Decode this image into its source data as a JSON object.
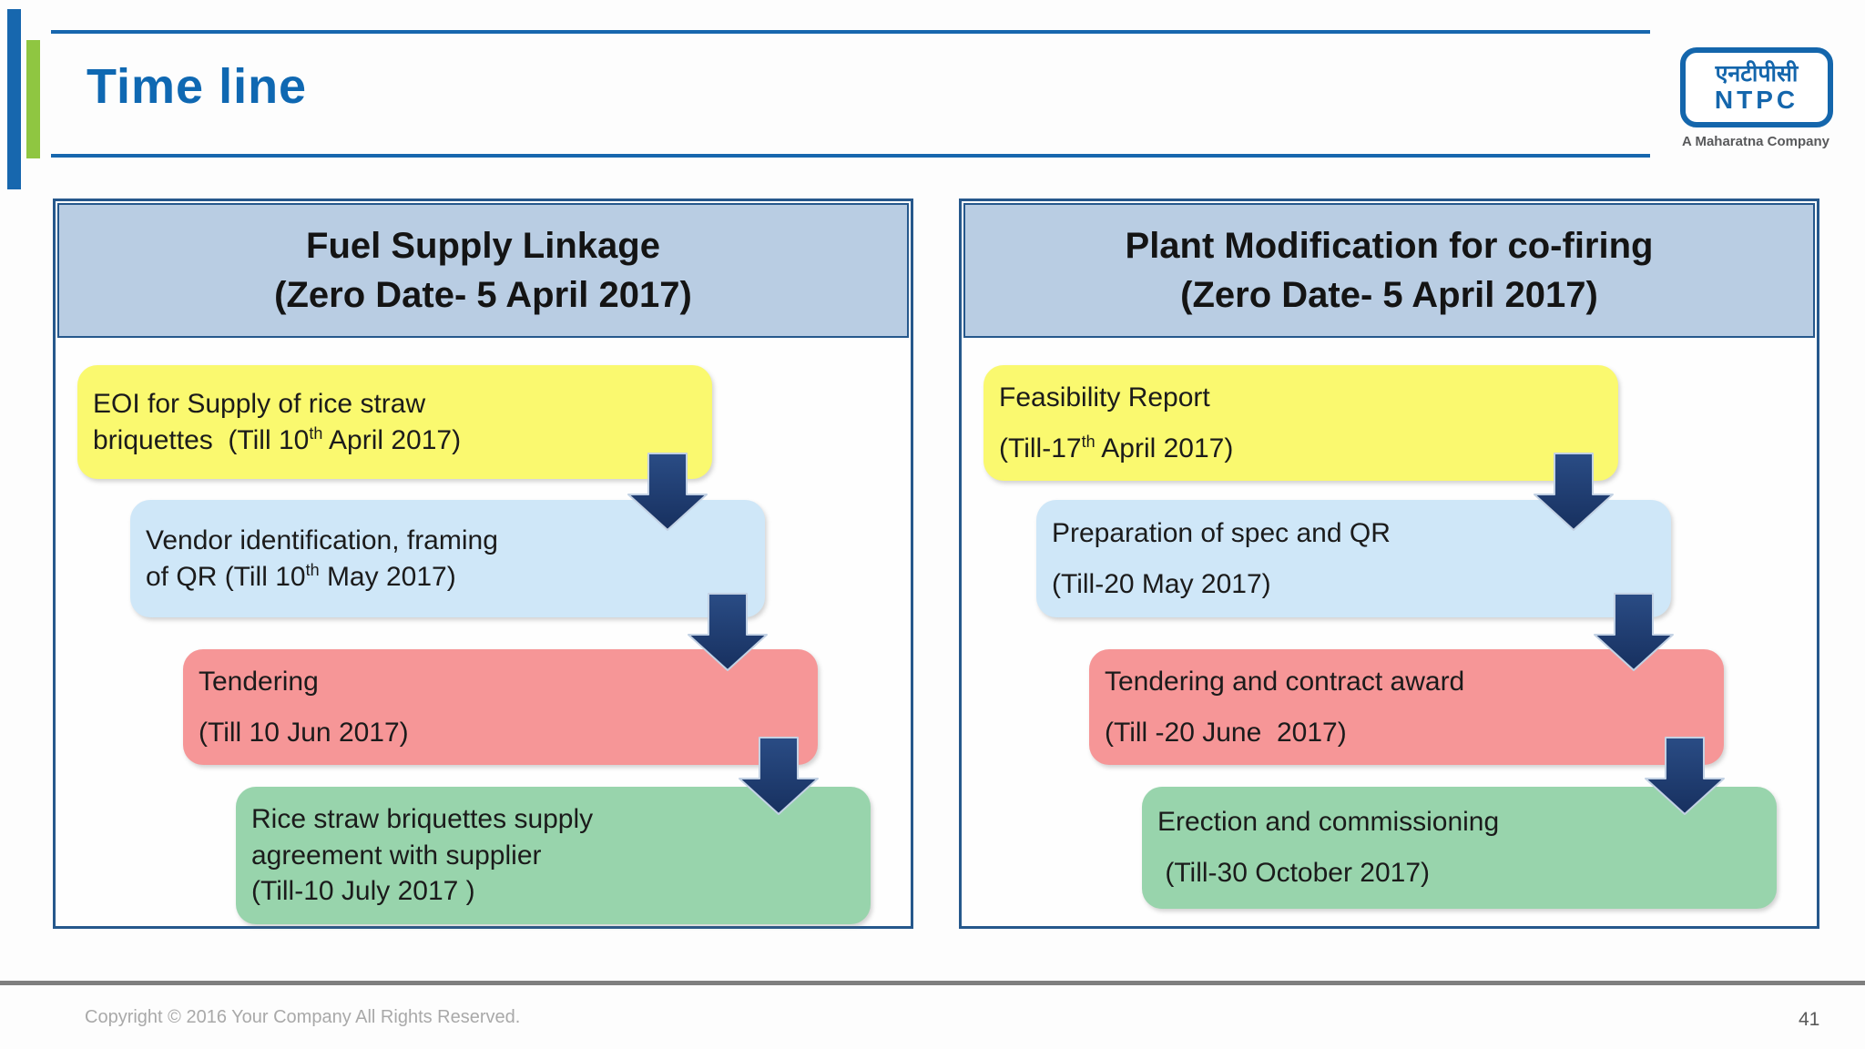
{
  "slide": {
    "title": "Time line",
    "footer": "Copyright © 2016 Your Company All Rights Reserved.",
    "page_number": "41",
    "logo": {
      "hindi": "एनटीपीसी",
      "latin": "NTPC",
      "tagline": "A Maharatna Company"
    }
  },
  "colors": {
    "yellow": "#FAF96F",
    "blue": "#CFE7F8",
    "red": "#F69697",
    "green": "#98D4AC",
    "arrow_navy": "#1F3A68",
    "header_band": "#B9CDE3",
    "panel_border": "#26588C",
    "title_blue": "#0F68B2",
    "accent_green": "#8FC641",
    "accent_blue_bar": "#1767AE"
  },
  "panels": [
    {
      "id": "fuel-supply-linkage",
      "header_line1": "Fuel Supply Linkage",
      "header_line2": "(Zero Date- 5 April 2017)",
      "steps": [
        {
          "color": "yellow",
          "paras": [
            [
              "EOI for Supply of rice straw",
              "briquettes  (Till 10{^th} April 2017)"
            ]
          ]
        },
        {
          "color": "blue",
          "paras": [
            [
              "Vendor identification, framing",
              "of QR (Till 10{^th} May 2017)"
            ]
          ]
        },
        {
          "color": "red",
          "paras": [
            [
              "Tendering"
            ],
            [
              "(Till 10 Jun 2017)"
            ]
          ]
        },
        {
          "color": "green",
          "paras": [
            [
              "Rice straw briquettes supply",
              "agreement with supplier",
              "(Till-10 July 2017 )"
            ]
          ]
        }
      ]
    },
    {
      "id": "plant-modification-for-co-firing",
      "header_line1": "Plant Modification for co-firing",
      "header_line2": "(Zero Date- 5 April 2017)",
      "steps": [
        {
          "color": "yellow",
          "paras": [
            [
              "Feasibility Report"
            ],
            [
              "(Till-17{^th} April 2017)"
            ]
          ]
        },
        {
          "color": "blue",
          "paras": [
            [
              "Preparation of spec and QR"
            ],
            [
              "(Till-20 May 2017)"
            ]
          ]
        },
        {
          "color": "red",
          "paras": [
            [
              "Tendering and contract award"
            ],
            [
              "(Till -20 June  2017)"
            ]
          ]
        },
        {
          "color": "green",
          "paras": [
            [
              "Erection and commissioning"
            ],
            [
              " (Till-30 October 2017)"
            ]
          ]
        }
      ]
    }
  ]
}
